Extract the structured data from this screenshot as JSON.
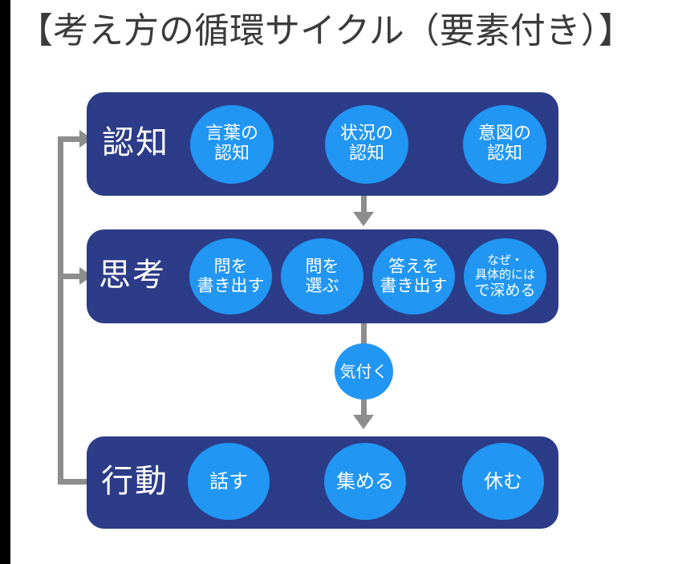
{
  "page": {
    "title": "【考え方の循環サイクル（要素付き）】",
    "background_color": "#ffffff",
    "title_color": "#3b3b3b",
    "edge_bar_color": "#000000"
  },
  "colors": {
    "row_navy": "#2c3c88",
    "bubble_blue": "#2196f3",
    "connector_gray": "#8d8d8d",
    "text_white": "#ffffff"
  },
  "diagram": {
    "type": "cycle-flow",
    "rows": [
      {
        "id": "cognition",
        "label": "認知",
        "bubbles": [
          {
            "lines": [
              "言葉の",
              "認知"
            ]
          },
          {
            "lines": [
              "状況の",
              "認知"
            ]
          },
          {
            "lines": [
              "意図の",
              "認知"
            ]
          }
        ]
      },
      {
        "id": "thinking",
        "label": "思考",
        "bubbles": [
          {
            "lines": [
              "問を",
              "書き出す"
            ]
          },
          {
            "lines": [
              "問を",
              "選ぶ"
            ]
          },
          {
            "lines": [
              "答えを",
              "書き出す"
            ]
          },
          {
            "lines": [
              "なぜ・",
              "具体的には",
              "で深める"
            ],
            "small": true
          }
        ]
      },
      {
        "id": "action",
        "label": "行動",
        "bubbles": [
          {
            "lines": [
              "話す"
            ]
          },
          {
            "lines": [
              "集める"
            ]
          },
          {
            "lines": [
              "休む"
            ]
          }
        ]
      }
    ],
    "connectors": {
      "cognition_to_thinking": {
        "label": ""
      },
      "thinking_to_action": {
        "label": "気付く"
      },
      "feedback_loop": {
        "from": "action",
        "to": [
          "cognition",
          "thinking"
        ]
      }
    }
  }
}
